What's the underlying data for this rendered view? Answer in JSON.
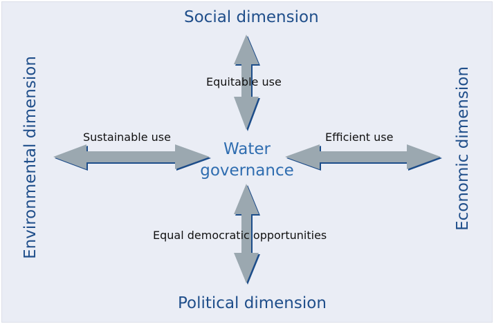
{
  "dimensions": {
    "social": "Social dimension",
    "political": "Political dimension",
    "environmental": "Environmental dimension",
    "economic": "Economic dimension"
  },
  "center": {
    "line1": "Water",
    "line2": "governance"
  },
  "arrow_labels": {
    "top": "Equitable use",
    "left": "Sustainable use",
    "right": "Efficient use",
    "bottom": "Equal democratic opportunities"
  },
  "colors": {
    "background": "#eaedf5",
    "arrow_fill": "#9ba8b0",
    "arrow_edge": "#1f4e8a",
    "dimension_text": "#1f4e8a",
    "center_text": "#2f6db0"
  }
}
